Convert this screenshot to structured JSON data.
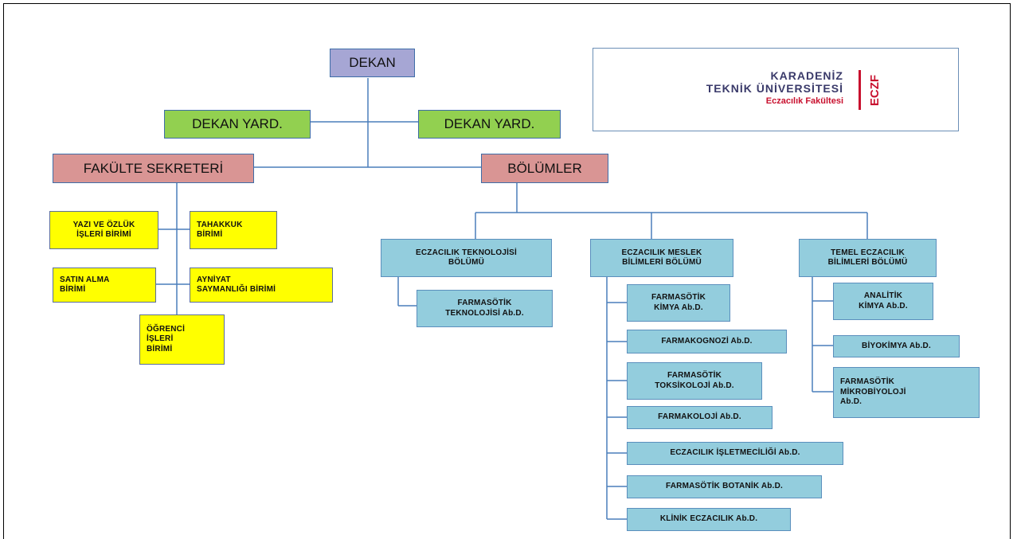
{
  "dekan": "DEKAN",
  "dekan_yard_left": "DEKAN YARD.",
  "dekan_yard_right": "DEKAN YARD.",
  "fakulte_sekreteri": "FAKÜLTE SEKRETERİ",
  "bolumler": "BÖLÜMLER",
  "birimler": {
    "yazi_ozluk": [
      "YAZI VE ÖZLÜK",
      "İŞLERİ BİRİMİ"
    ],
    "tahakkuk": [
      "TAHAKKUK",
      "BİRİMİ"
    ],
    "satin_alma": [
      "SATIN ALMA",
      "BİRİMİ"
    ],
    "ayniyat": [
      "AYNİYAT",
      "SAYMANLIĞI BİRİMİ"
    ],
    "ogrenci": [
      "ÖĞRENCİ",
      "İŞLERİ",
      "BİRİMİ"
    ]
  },
  "departments": {
    "eczacilik_teknolojisi": {
      "title": [
        "ECZACILIK TEKNOLOJİSİ",
        "BÖLÜMÜ"
      ],
      "units": [
        [
          "FARMASÖTİK",
          "TEKNOLOJİSİ Ab.D."
        ]
      ]
    },
    "meslek_bilimleri": {
      "title": [
        "ECZACILIK MESLEK",
        "BİLİMLERİ BÖLÜMÜ"
      ],
      "units": [
        [
          "FARMASÖTİK",
          "KİMYA Ab.D."
        ],
        [
          "FARMAKOGNOZİ Ab.D."
        ],
        [
          "FARMASÖTİK",
          "TOKSİKOLOJİ Ab.D."
        ],
        [
          "FARMAKOLOJİ Ab.D."
        ],
        [
          "ECZACILIK İŞLETMECİLİĞİ Ab.D."
        ],
        [
          "FARMASÖTİK BOTANİK Ab.D."
        ],
        [
          "KLİNİK ECZACILIK Ab.D."
        ]
      ]
    },
    "temel_bilimleri": {
      "title": [
        "TEMEL ECZACILIK",
        "BİLİMLERİ BÖLÜMÜ"
      ],
      "units": [
        [
          "ANALİTİK",
          "KİMYA Ab.D."
        ],
        [
          "BİYOKİMYA Ab.D."
        ],
        [
          "FARMASÖTİK",
          "MİKROBİYOLOJİ",
          "Ab.D."
        ]
      ]
    }
  },
  "logo": {
    "line1": "KARADENİZ",
    "line2": "TEKNİK ÜNİVERSİTESİ",
    "line3": "Eczacılık Fakültesi",
    "abbr": "ECZF",
    "accent_color": "#c8102e"
  },
  "colors": {
    "dekan": "#a6a6d4",
    "dekan_yard": "#92d050",
    "sekreter_bolumler": "#d99594",
    "birim": "#ffff00",
    "bolum": "#93cddd",
    "connector": "#4a7ebb"
  }
}
